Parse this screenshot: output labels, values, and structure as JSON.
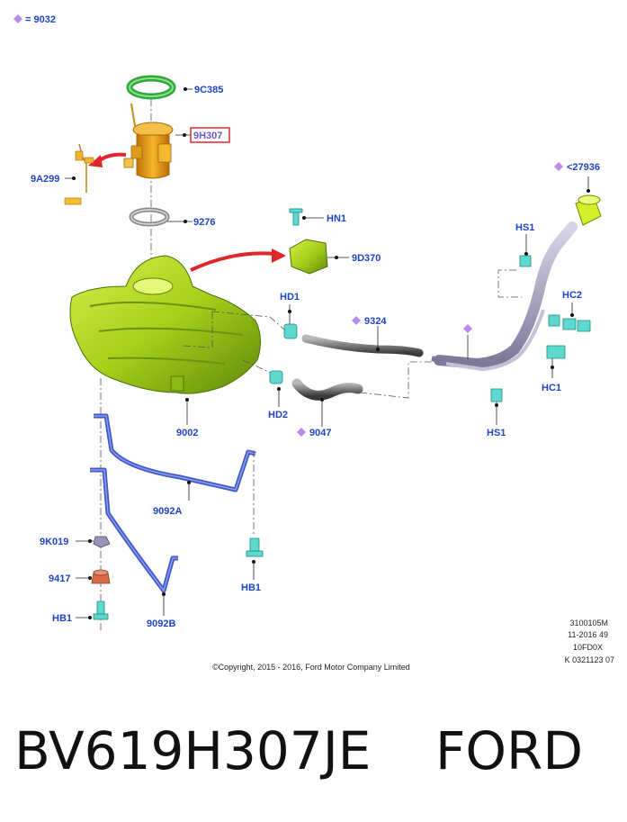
{
  "legend": {
    "text": "= 9032"
  },
  "labels": {
    "retaining_ring": "9C385",
    "fuel_pump": "9H307",
    "sender": "9A299",
    "seal": "9276",
    "hn1": "HN1",
    "valve": "9D370",
    "hd1": "HD1",
    "hose_9324": "9324",
    "hd2": "HD2",
    "hose_9047": "9047",
    "tank": "9002",
    "filler_cap": "<27936",
    "hs1_top": "HS1",
    "hc2": "HC2",
    "hc1": "HC1",
    "hs1_bottom": "HS1",
    "strap_a": "9092A",
    "strap_b": "9092B",
    "nut": "9K019",
    "insulator": "9417",
    "hb1_left": "HB1",
    "hb1_right": "HB1"
  },
  "refs": {
    "line1": "3100105M",
    "line2": "11-2016 49",
    "line3": "10FD0X",
    "line4": "K 0321123 07"
  },
  "copyright": "©Copyright, 2015 - 2016, Ford Motor Company Limited",
  "part_number": "BV619H307JE",
  "brand": "FORD",
  "colors": {
    "label_blue": "#1f44c8",
    "highlight_red": "#e0262b",
    "tank_green": "#a6cf1a",
    "pump_yellow": "#f0a415",
    "strap_blue": "#4057c8",
    "clip_cyan": "#5fd8cf",
    "diamond_purple": "#b98bef"
  }
}
